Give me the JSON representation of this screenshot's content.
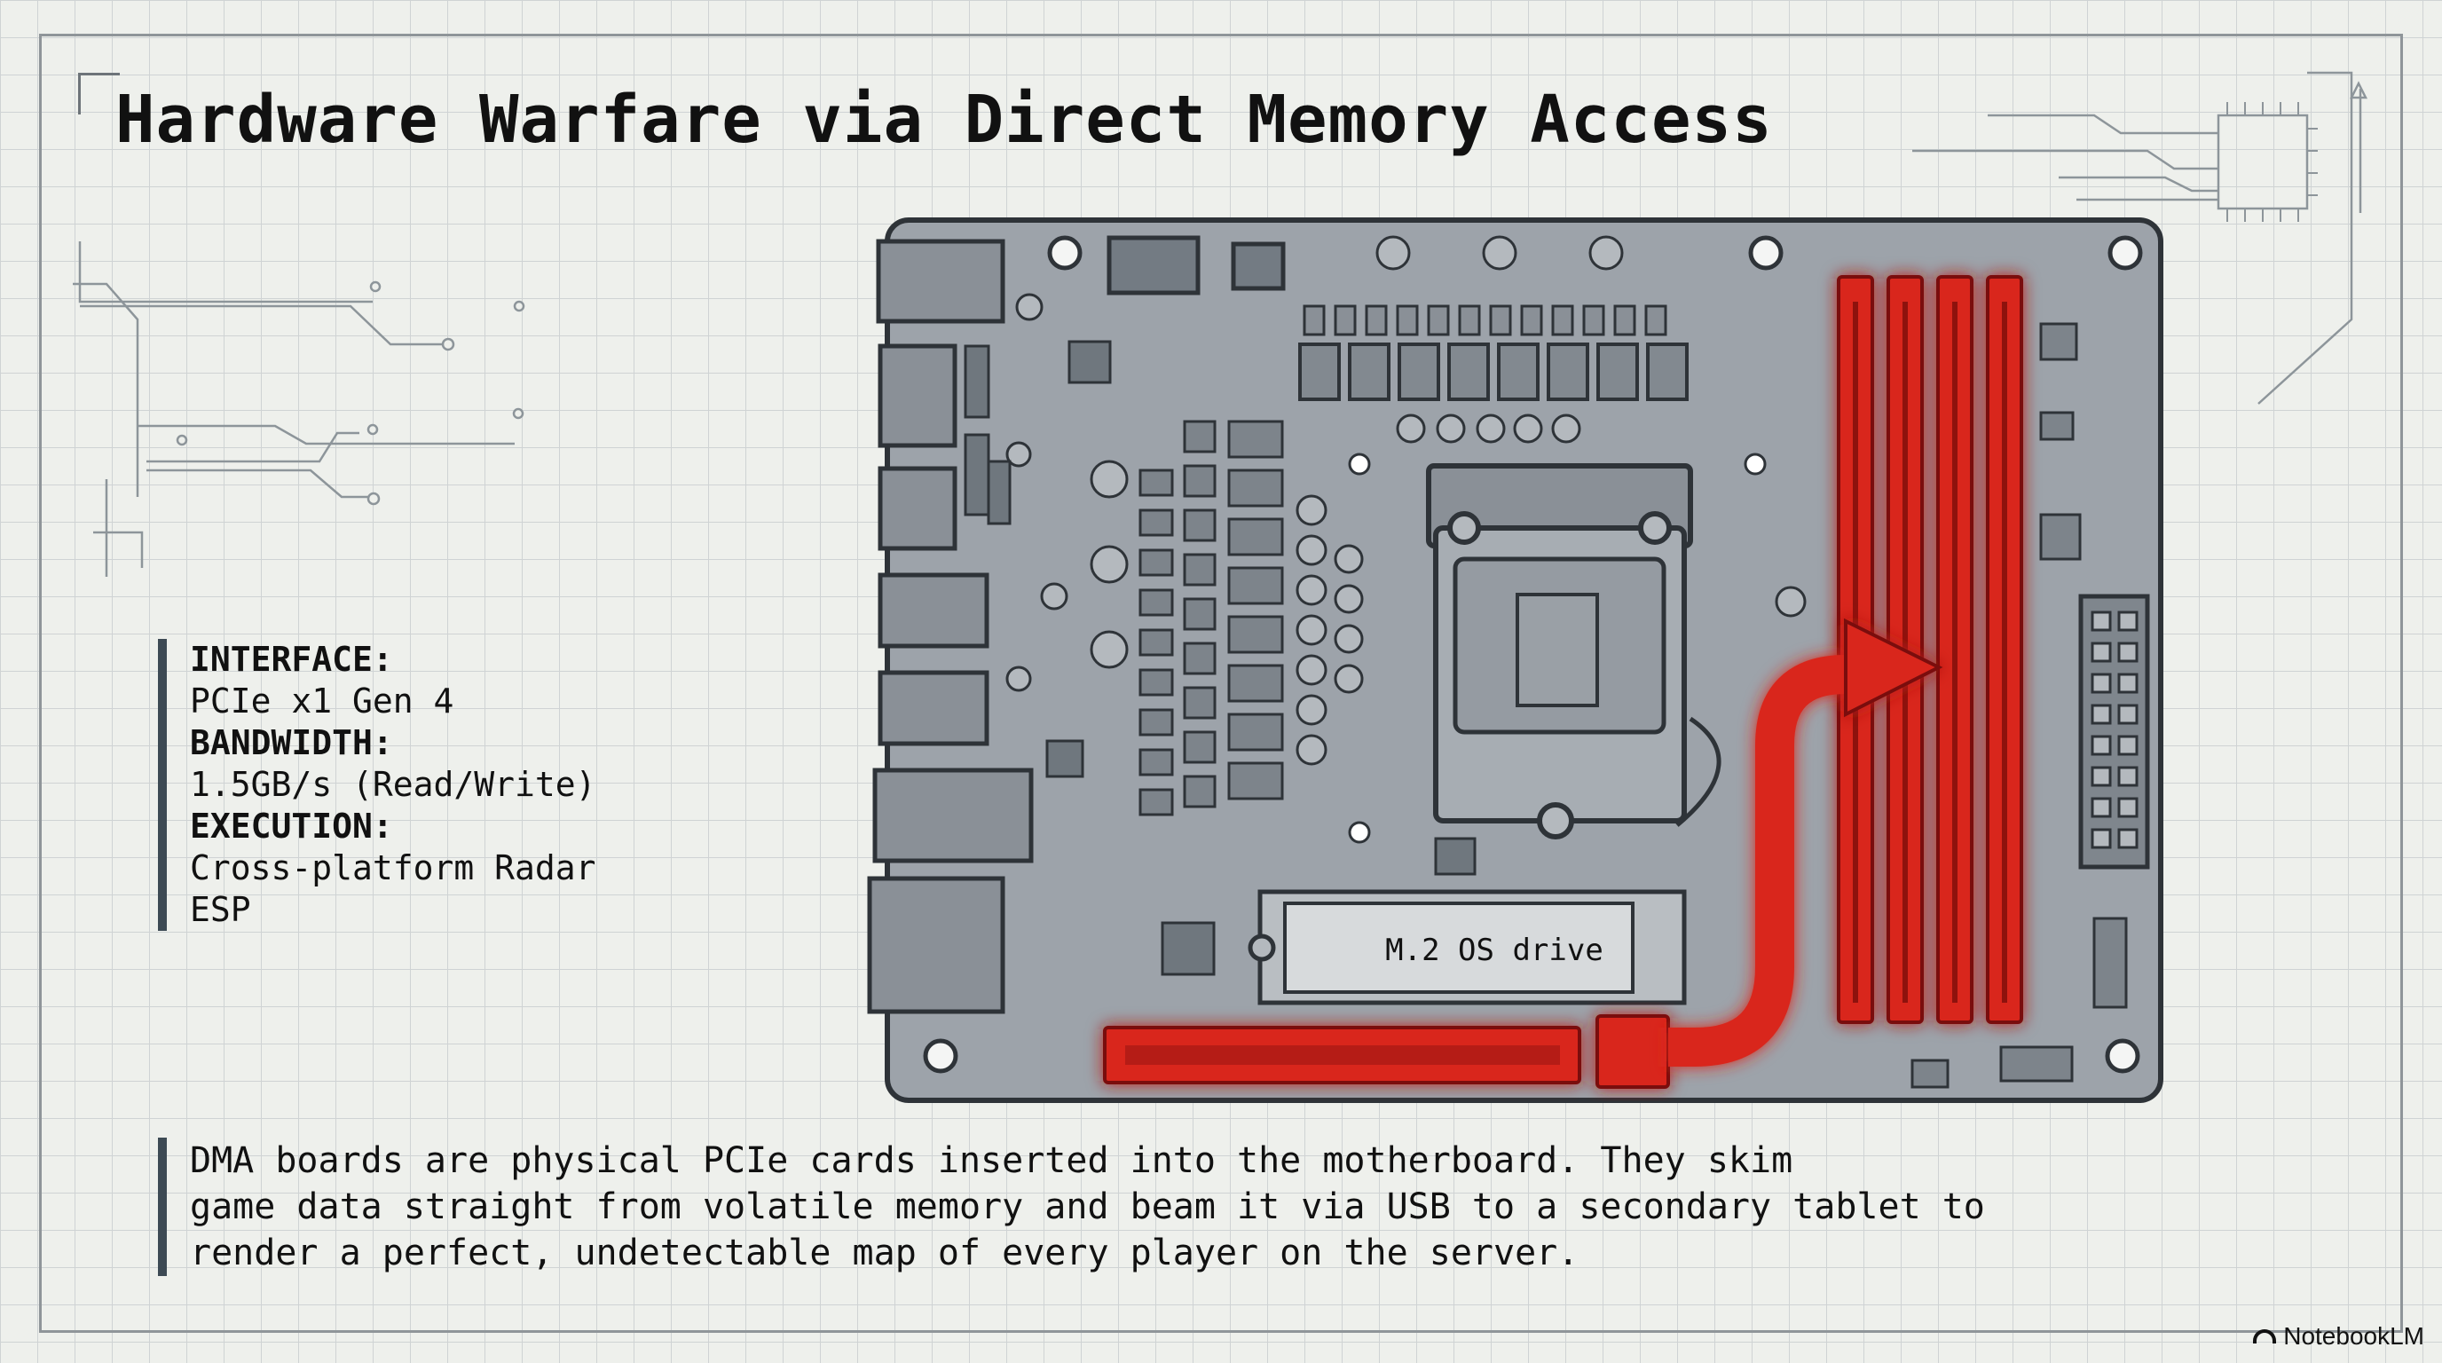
{
  "title": "Hardware Warfare via Direct Memory Access",
  "spec": [
    {
      "label": "INTERFACE:",
      "value": "PCIe x1 Gen 4"
    },
    {
      "label": "BANDWIDTH:",
      "value": "1.5GB/s (Read/Write)"
    },
    {
      "label": "EXECUTION:",
      "value": "Cross-platform Radar ESP"
    }
  ],
  "description": "DMA boards are physical PCIe cards inserted into the motherboard. They skim\ngame data straight from volatile memory and beam it via USB to a secondary tablet to\nrender a perfect, undetectable map of every player on the server.",
  "board": {
    "m2_label": "M.2 OS drive",
    "highlight_color": "#e3211c",
    "board_color": "#9da3aa"
  },
  "brand": "NotebookLM"
}
